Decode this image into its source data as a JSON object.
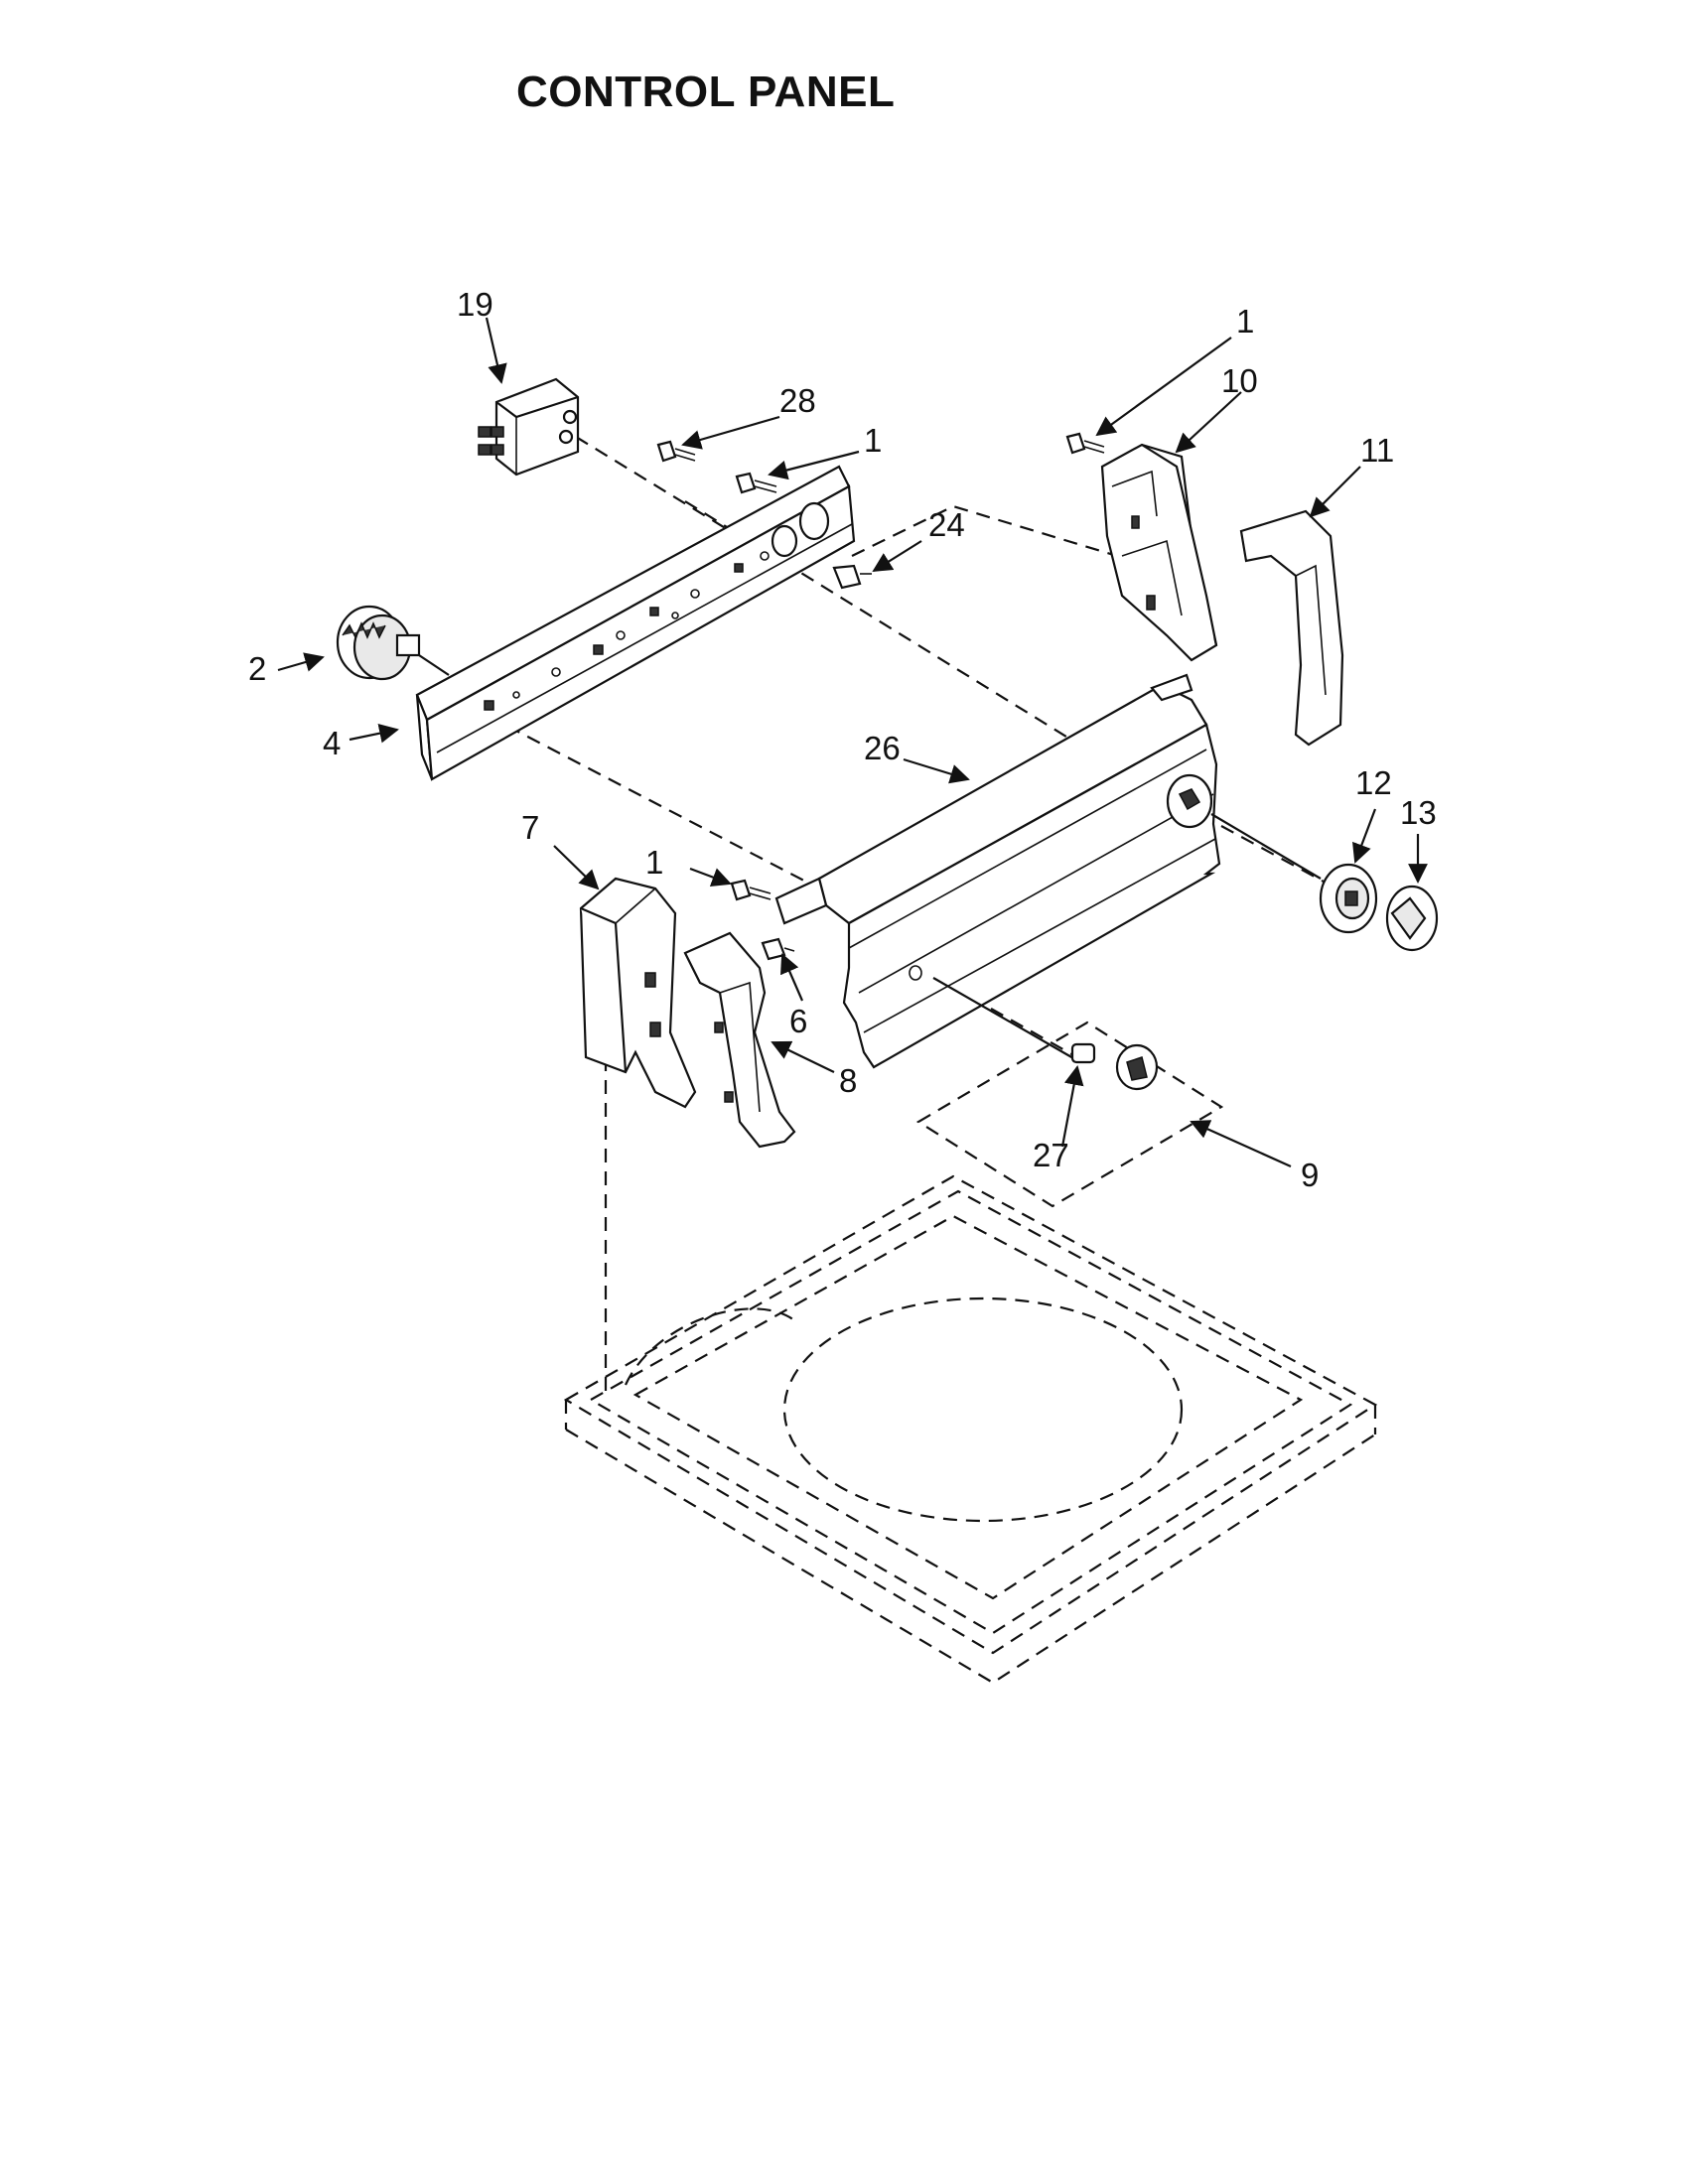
{
  "title": "CONTROL PANEL",
  "callouts": {
    "c19": "19",
    "c28": "28",
    "c1a": "1",
    "c1b": "1",
    "c10": "10",
    "c11": "11",
    "c24": "24",
    "c2": "2",
    "c4": "4",
    "c26": "26",
    "c12": "12",
    "c13": "13",
    "c7": "7",
    "c1c": "1",
    "c6": "6",
    "c8": "8",
    "c27": "27",
    "c9": "9"
  }
}
